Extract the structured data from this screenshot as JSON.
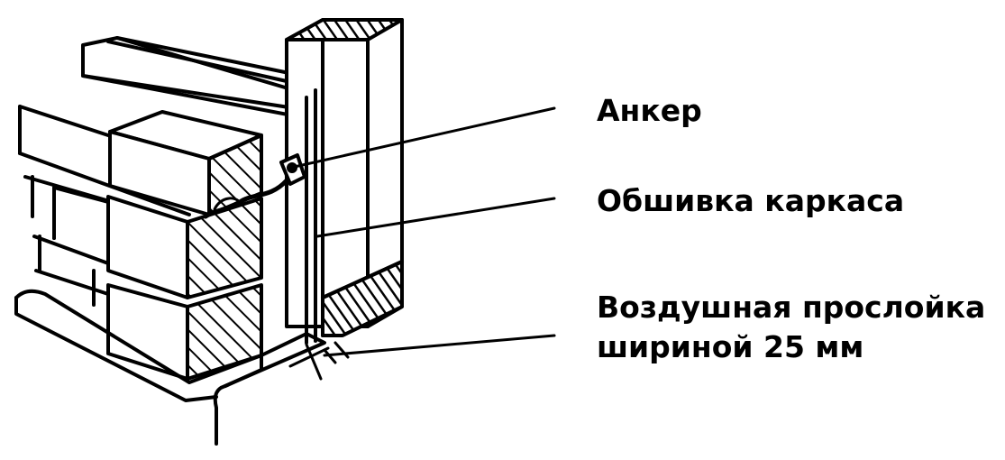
{
  "labels": {
    "anchor": "Анкер",
    "frame_sheathing": "Обшивка каркаса",
    "air_gap_line1": "Воздушная прослойка",
    "air_gap_line2": "шириной 25 мм"
  },
  "colors": {
    "ink": "#000000",
    "paper": "#ffffff"
  }
}
